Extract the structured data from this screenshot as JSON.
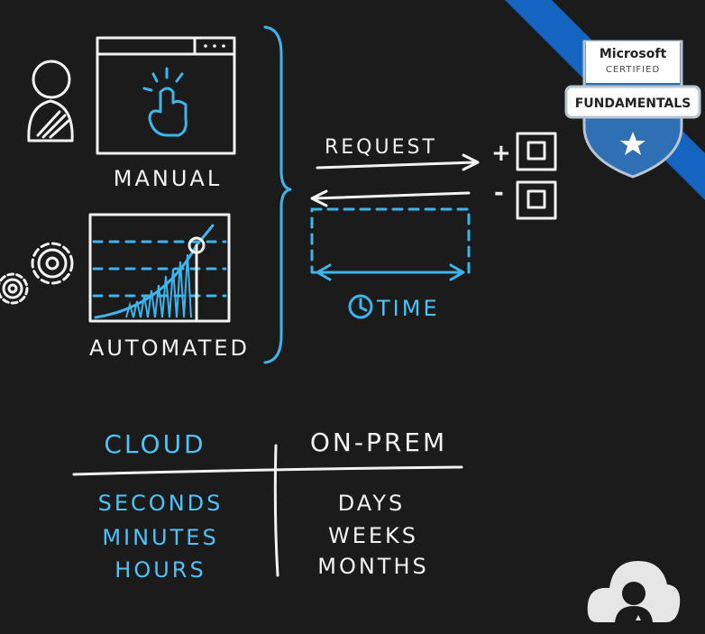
{
  "labels": {
    "manual": "MANUAL",
    "automated": "AUTOMATED",
    "request": "REQUEST",
    "plus": "+",
    "minus": "-",
    "time": "TIME"
  },
  "badge": {
    "brand": "Microsoft",
    "certified": "CERTIFIED",
    "level": "FUNDAMENTALS"
  },
  "comparison": {
    "headers": [
      "CLOUD",
      "ON-PREM"
    ],
    "cloud": [
      "SECONDS",
      "MINUTES",
      "HOURS"
    ],
    "onprem": [
      "DAYS",
      "WEEKS",
      "MONTHS"
    ]
  },
  "colors": {
    "accent": "#3db5ec",
    "ink": "#f2f2f2",
    "background": "#1b1b1b",
    "ribbon": "#1565c0"
  },
  "icons": [
    "person-icon",
    "tap-hand-icon",
    "gears-icon",
    "clock-icon",
    "server-add-icon",
    "server-remove-icon",
    "star-icon",
    "avatar-cloud-icon"
  ]
}
